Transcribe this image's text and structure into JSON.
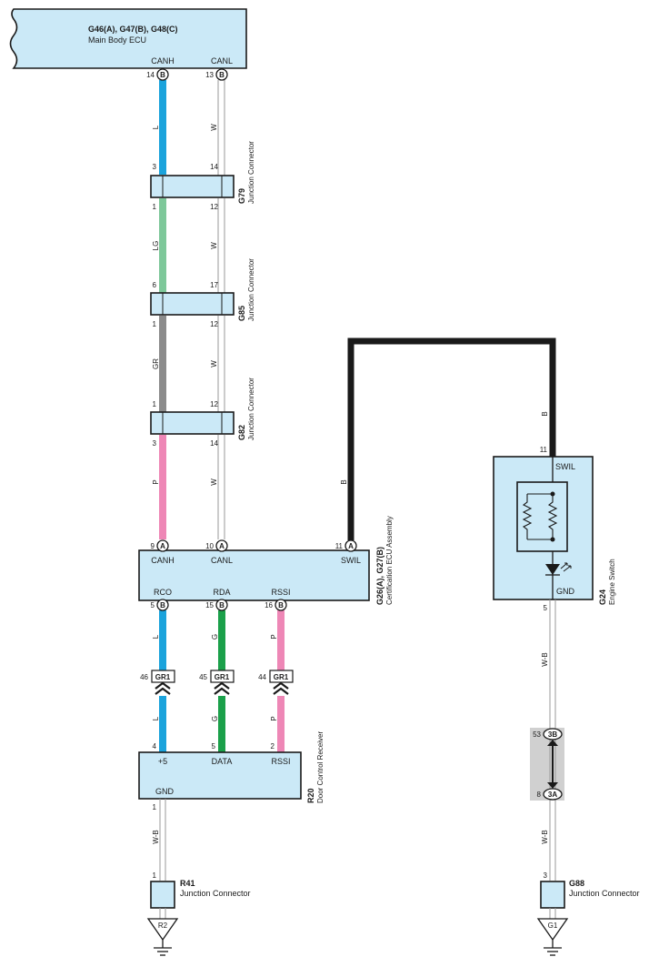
{
  "components": {
    "main_body_ecu": {
      "id": "G46(A), G47(B), G48(C)",
      "name": "Main Body ECU",
      "pins": [
        {
          "num": "14",
          "conn": "B",
          "label": "CANH"
        },
        {
          "num": "13",
          "conn": "B",
          "label": "CANL"
        }
      ]
    },
    "g79": {
      "id": "G79",
      "name": "Junction Connector",
      "pins_top": [
        "3",
        "14"
      ],
      "pins_bottom": [
        "1",
        "12"
      ]
    },
    "g85": {
      "id": "G85",
      "name": "Junction Connector",
      "pins_top": [
        "6",
        "17"
      ],
      "pins_bottom": [
        "1",
        "12"
      ]
    },
    "g82": {
      "id": "G82",
      "name": "Junction Connector",
      "pins_top": [
        "1",
        "12"
      ],
      "pins_bottom": [
        "3",
        "14"
      ]
    },
    "cert_ecu": {
      "id": "G26(A), G27(B)",
      "name": "Certification ECU Assembly",
      "top_pins": [
        {
          "num": "9",
          "conn": "A",
          "label": "CANH"
        },
        {
          "num": "10",
          "conn": "A",
          "label": "CANL"
        },
        {
          "num": "11",
          "conn": "A",
          "label": "SWIL"
        }
      ],
      "bottom_pins": [
        {
          "num": "5",
          "conn": "B",
          "label": "RCO"
        },
        {
          "num": "15",
          "conn": "B",
          "label": "RDA"
        },
        {
          "num": "16",
          "conn": "B",
          "label": "RSSI"
        }
      ]
    },
    "door_receiver": {
      "id": "R20",
      "name": "Door Control Receiver",
      "pins": [
        {
          "num": "4",
          "label": "+5"
        },
        {
          "num": "5",
          "label": "DATA"
        },
        {
          "num": "2",
          "label": "RSSI"
        }
      ],
      "gnd_label": "GND",
      "gnd_pin": "1"
    },
    "r41": {
      "id": "R41",
      "name": "Junction Connector",
      "pin": "1"
    },
    "engine_switch": {
      "id": "G24",
      "name": "Engine Switch",
      "top_pin": "11",
      "top_label": "SWIL",
      "bottom_pin": "5",
      "bottom_label": "GND"
    },
    "g88": {
      "id": "G88",
      "name": "Junction Connector",
      "pin": "3"
    },
    "gr1": {
      "label": "GR1",
      "pins": [
        "46",
        "45",
        "44"
      ]
    },
    "inline_conn": {
      "top_num": "53",
      "top_label": "3B",
      "bottom_num": "8",
      "bottom_label": "3A"
    },
    "grounds": [
      "R2",
      "G1"
    ]
  },
  "wires": {
    "canh": [
      "L",
      "LG",
      "GR",
      "P"
    ],
    "canl": [
      "W",
      "W",
      "W",
      "W"
    ],
    "swil": "B",
    "swil_vert": "B",
    "rco": [
      "L",
      "L"
    ],
    "rda": [
      "G",
      "G"
    ],
    "rssi": [
      "P",
      "P"
    ],
    "gnd_left": "W-B",
    "gnd_right": [
      "W-B",
      "W-B"
    ]
  },
  "colors": {
    "L": "#1ba3dc",
    "LG": "#7ec89a",
    "GR": "#8c8c8c",
    "P": "#ee87b6",
    "G": "#1ba04a",
    "B": "#1a1a1a",
    "connector_fill": "#cbe9f7",
    "inline_bg": "#d0d0d0"
  }
}
